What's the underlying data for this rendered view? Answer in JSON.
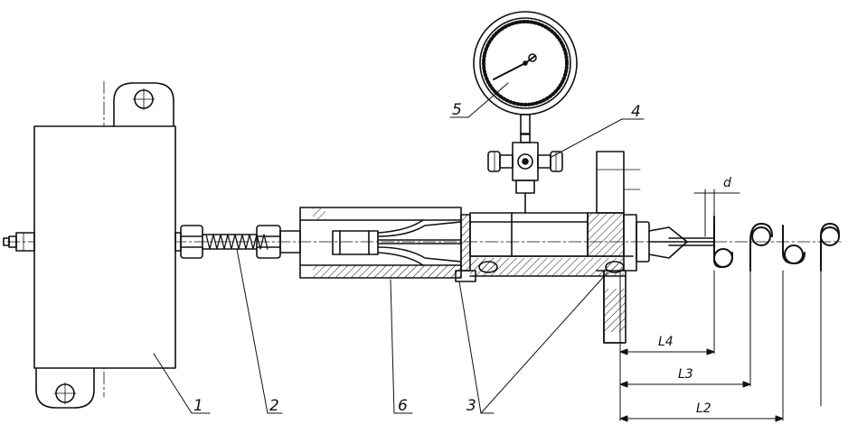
{
  "callouts": {
    "item1": "1",
    "item2": "2",
    "item3": "3",
    "item4": "4",
    "item5": "5",
    "item6": "6"
  },
  "dimensions": {
    "d": "d",
    "l4": "L4",
    "l3": "L3",
    "l2": "L2"
  },
  "colors": {
    "ink": "#111111",
    "paper": "#ffffff"
  }
}
